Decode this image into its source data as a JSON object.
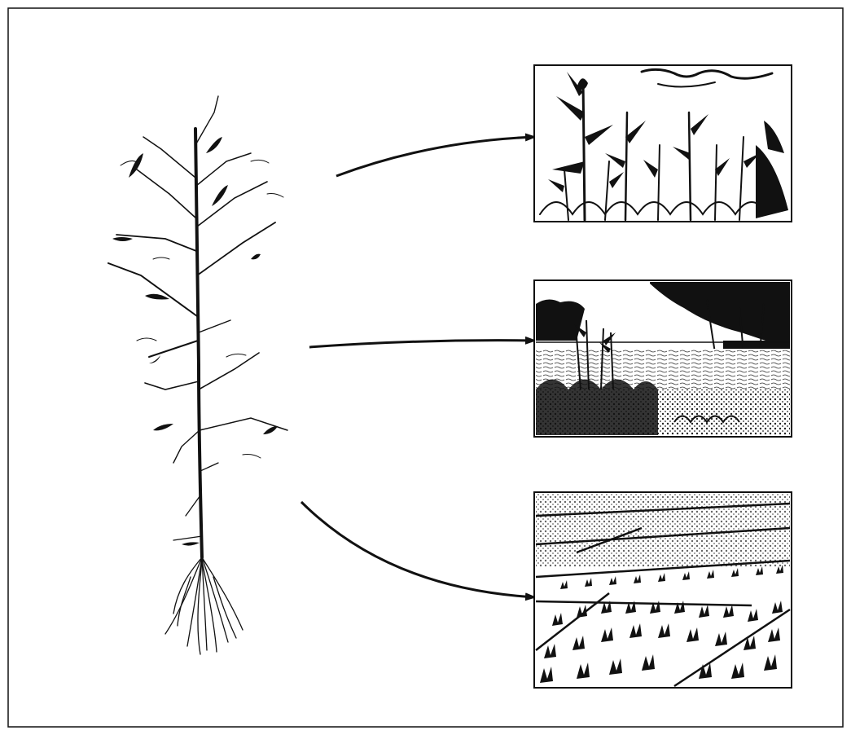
{
  "figure": {
    "ink_color": "#111111",
    "paper_color": "#ffffff",
    "border": true,
    "main_illustration": {
      "icon": "weed-plant-icon",
      "parts": [
        "stem",
        "branches",
        "leaves",
        "seed-heads",
        "roots"
      ]
    },
    "arrows": [
      {
        "icon": "arrow-right-icon",
        "target": "habitat-upland"
      },
      {
        "icon": "arrow-right-icon",
        "target": "habitat-wetland"
      },
      {
        "icon": "arrow-right-icon",
        "target": "habitat-rice-paddy"
      }
    ],
    "habitats": [
      {
        "id": "habitat-upland",
        "icon": "upland-weeds-scene-icon"
      },
      {
        "id": "habitat-wetland",
        "icon": "marsh-pond-scene-icon"
      },
      {
        "id": "habitat-rice-paddy",
        "icon": "rice-paddy-field-icon"
      }
    ]
  }
}
